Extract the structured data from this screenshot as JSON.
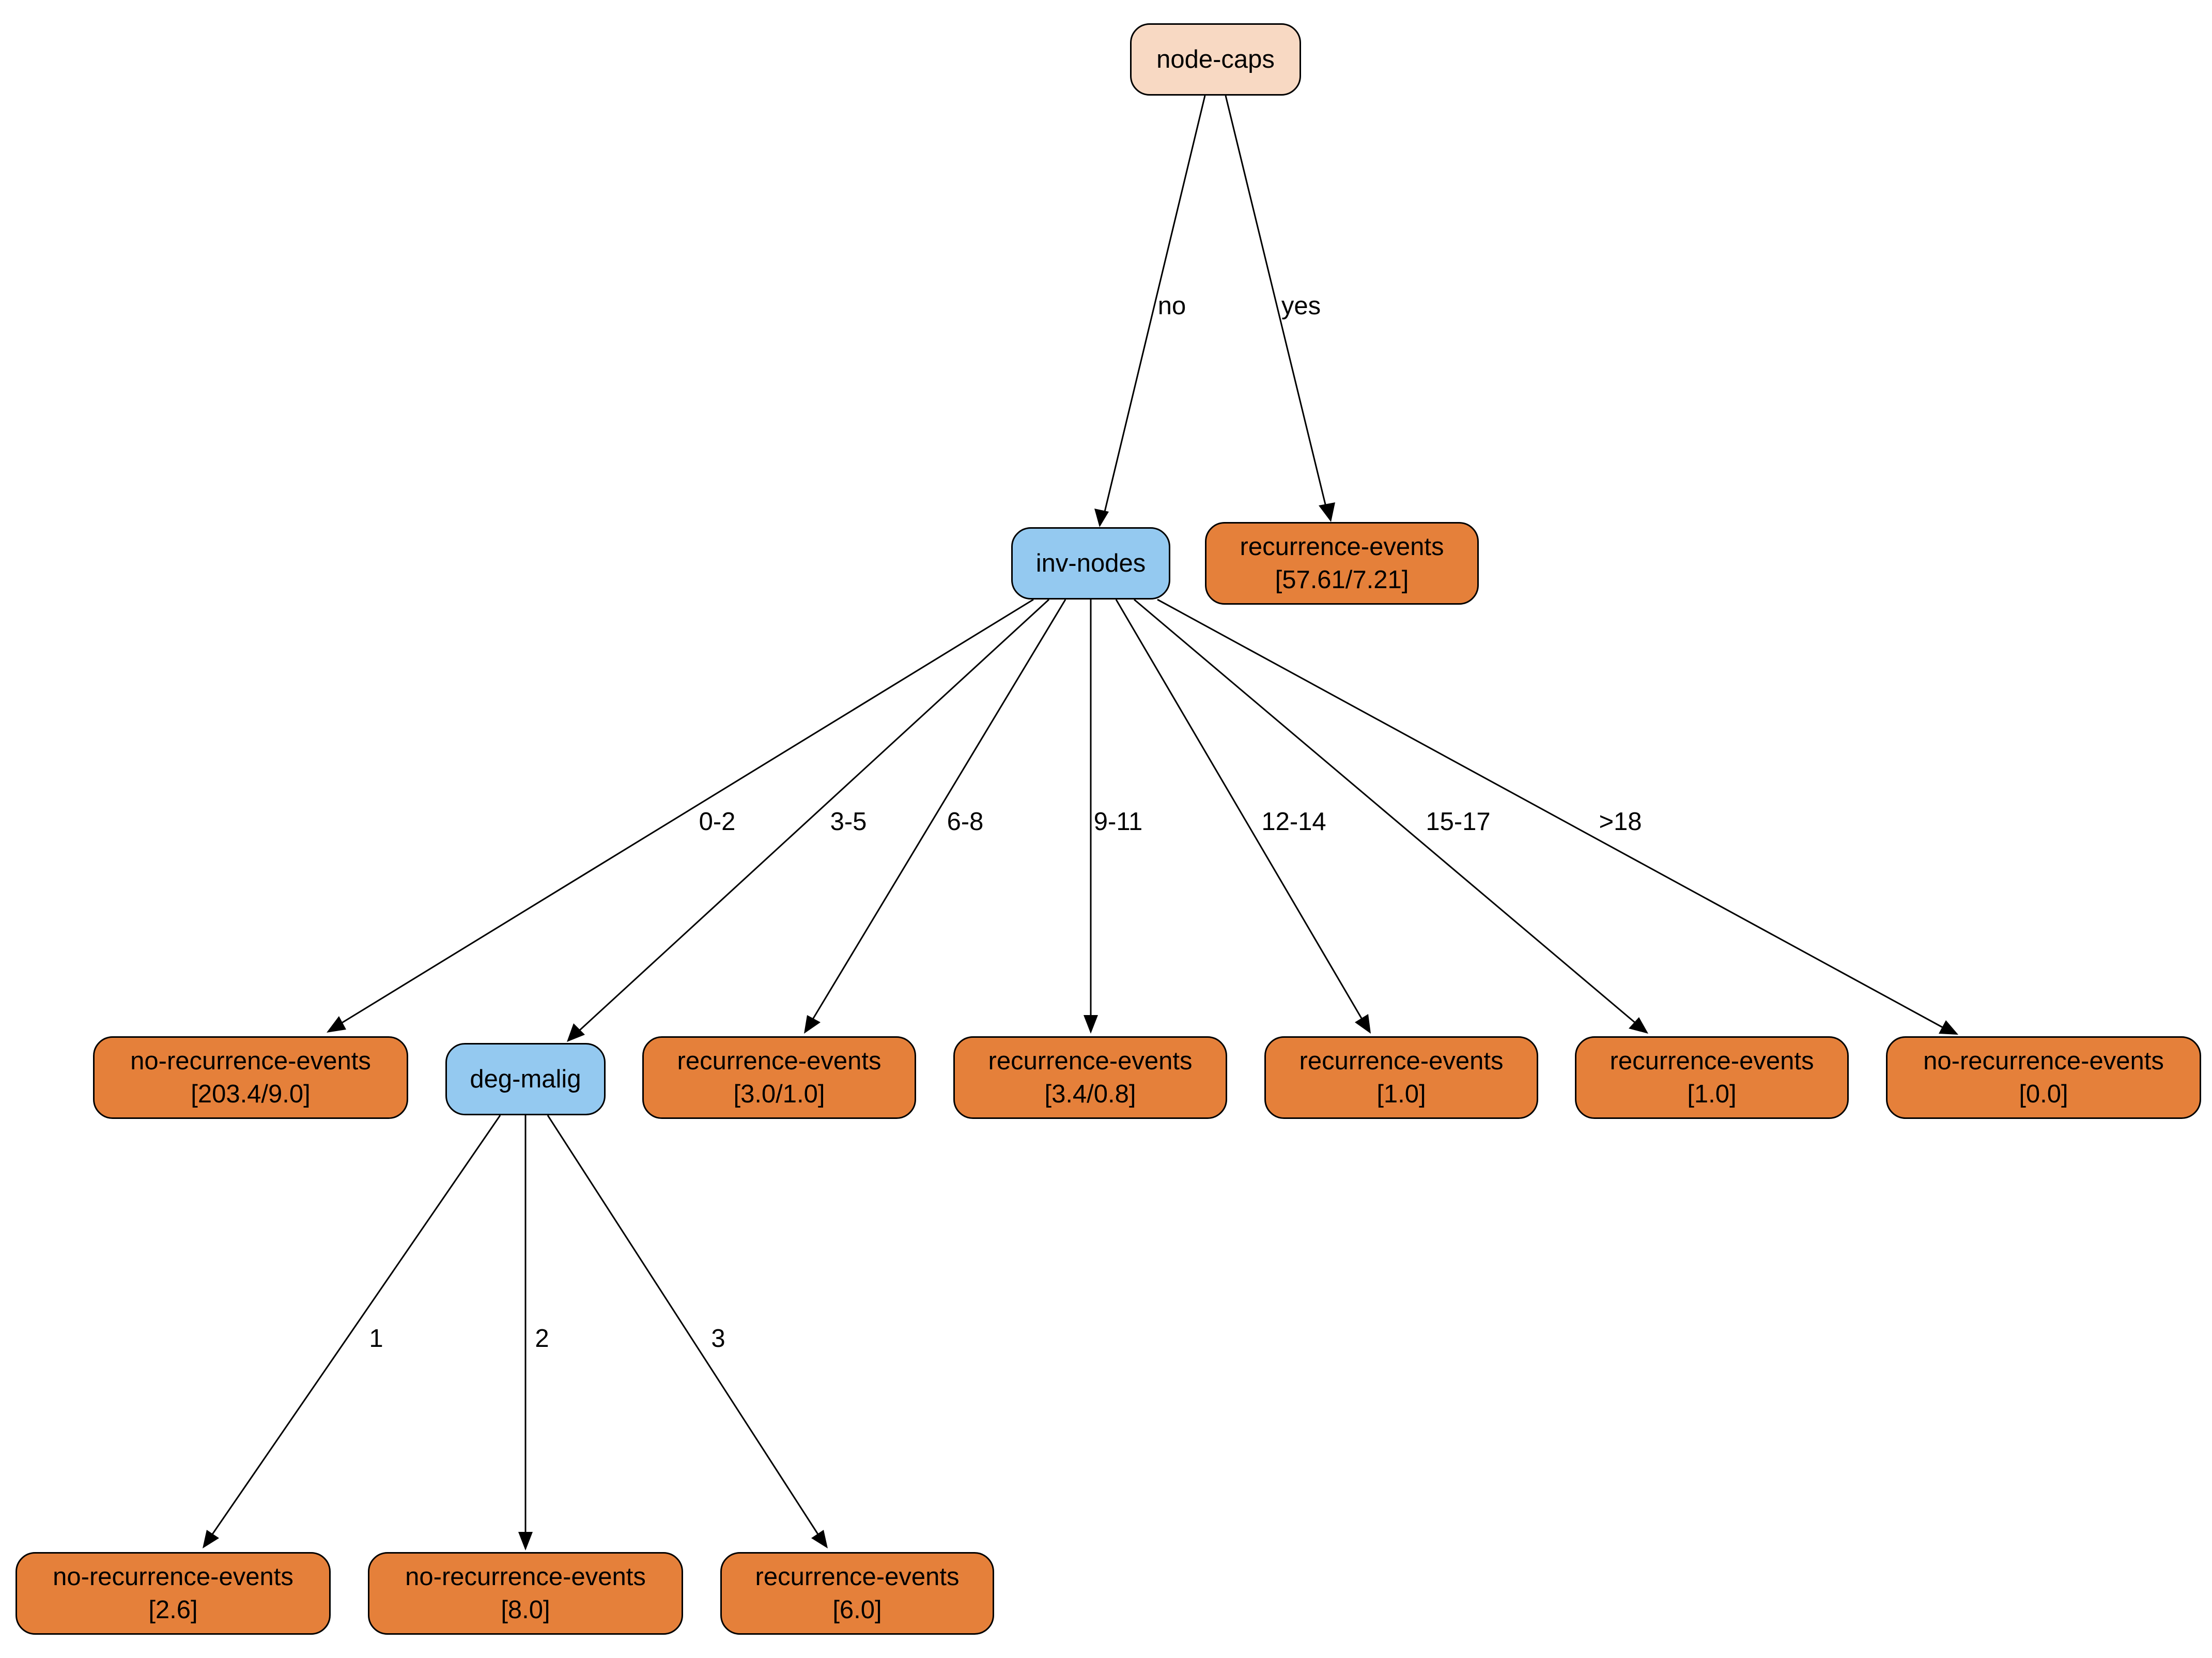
{
  "colors": {
    "root": "#f8d9c3",
    "split": "#94c9f0",
    "leaf": "#e5803a",
    "edge": "#000000"
  },
  "nodes": {
    "node_caps": {
      "label": "node-caps"
    },
    "leaf_yes": {
      "class_label": "recurrence-events",
      "weight": "[57.61/7.21]"
    },
    "inv_nodes": {
      "label": "inv-nodes"
    },
    "leaf_0_2": {
      "class_label": "no-recurrence-events",
      "weight": "[203.4/9.0]"
    },
    "deg_malig": {
      "label": "deg-malig"
    },
    "leaf_6_8": {
      "class_label": "recurrence-events",
      "weight": "[3.0/1.0]"
    },
    "leaf_9_11": {
      "class_label": "recurrence-events",
      "weight": "[3.4/0.8]"
    },
    "leaf_12_14": {
      "class_label": "recurrence-events",
      "weight": "[1.0]"
    },
    "leaf_15_17": {
      "class_label": "recurrence-events",
      "weight": "[1.0]"
    },
    "leaf_gt18": {
      "class_label": "no-recurrence-events",
      "weight": "[0.0]"
    },
    "leaf_dm1": {
      "class_label": "no-recurrence-events",
      "weight": "[2.6]"
    },
    "leaf_dm2": {
      "class_label": "no-recurrence-events",
      "weight": "[8.0]"
    },
    "leaf_dm3": {
      "class_label": "recurrence-events",
      "weight": "[6.0]"
    }
  },
  "edges": {
    "no": "no",
    "yes": "yes",
    "r0_2": "0-2",
    "r3_5": "3-5",
    "r6_8": "6-8",
    "r9_11": "9-11",
    "r12_14": "12-14",
    "r15_17": "15-17",
    "gt18": ">18",
    "dm1": "1",
    "dm2": "2",
    "dm3": "3"
  }
}
